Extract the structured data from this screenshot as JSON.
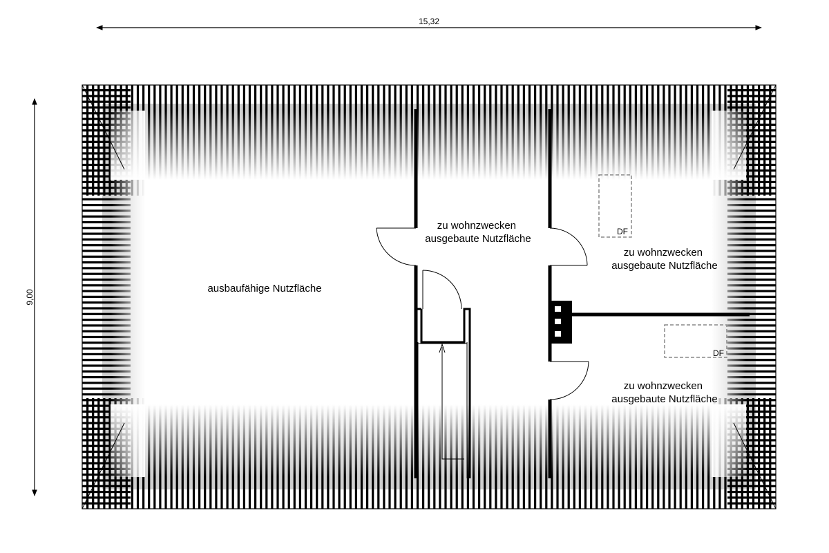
{
  "dimensions": {
    "width": "15,32",
    "height": "9,00"
  },
  "rooms": {
    "left": "ausbaufähige Nutzfläche",
    "center": [
      "zu wohnzwecken",
      "ausgebaute Nutzfläche"
    ],
    "right_top": [
      "zu wohnzwecken",
      "ausgebaute Nutzfläche"
    ],
    "right_bottom": [
      "zu wohnzwecken",
      "ausgebaute Nutzfläche"
    ]
  },
  "skylights": {
    "top": "DF",
    "bottom": "DF"
  }
}
